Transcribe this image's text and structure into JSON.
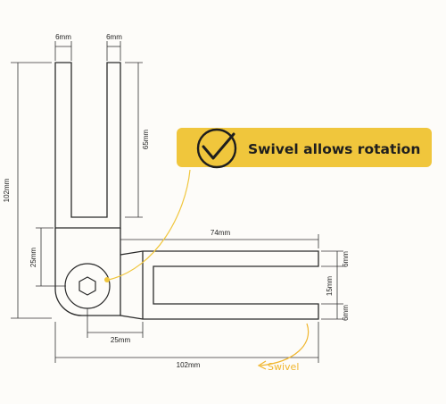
{
  "diagram": {
    "dimensions": {
      "slot_left_width": "6mm",
      "slot_right_width": "6mm",
      "overall_height": "102mm",
      "slot_depth": "65mm",
      "pivot_height": "25mm",
      "arm_length": "74mm",
      "top_tab": "6mm",
      "gap_height": "15mm",
      "bottom_tab": "6mm",
      "pivot_offset": "25mm",
      "overall_width": "102mm"
    },
    "callout": {
      "text": "Swivel allows rotation",
      "icon": "checkmark-icon"
    },
    "swivel_label": "Swivel",
    "colors": {
      "accent": "#f0c63c",
      "line": "#2a2a2a",
      "dim_line": "#333333",
      "label_orange": "#f0b62e"
    }
  }
}
